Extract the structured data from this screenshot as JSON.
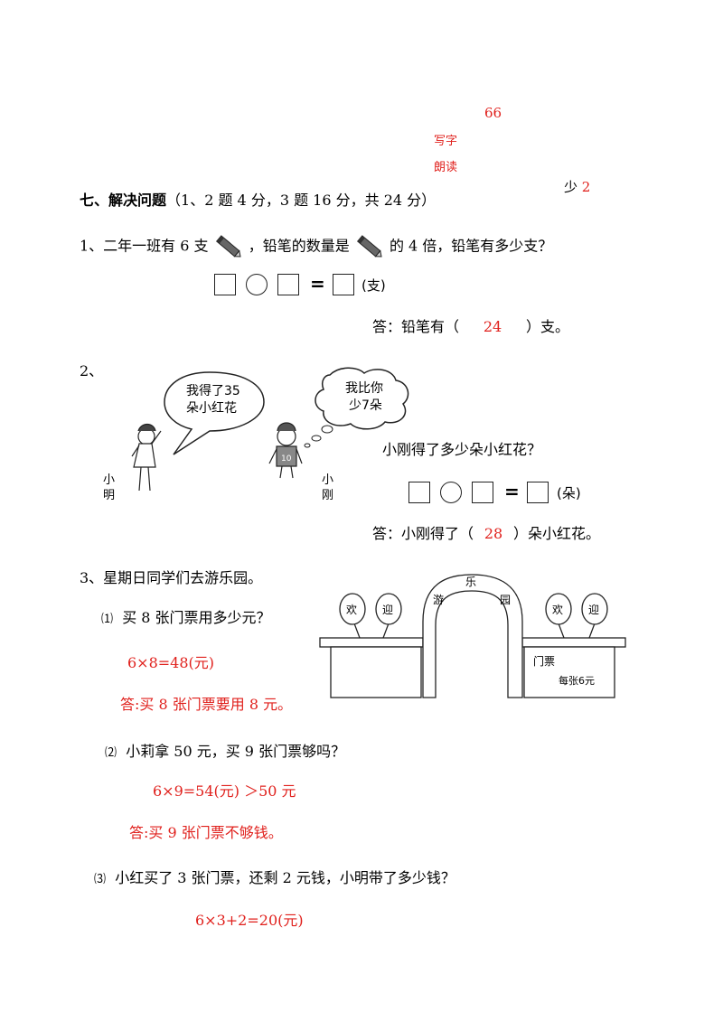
{
  "top_notes": {
    "score": "66",
    "writing": "写字",
    "reading": "朗读",
    "less": "少",
    "less_num": "2"
  },
  "section": {
    "title": "七、解决问题",
    "points": "（1、2 题 4 分，3 题 16 分，共 24 分）"
  },
  "q1": {
    "part_a": "1、二年一班有 6 支",
    "part_b": "，铅笔的数量是",
    "part_c": "的 4 倍，铅笔有多少支？",
    "eq_sign": "=",
    "unit": "(支)",
    "answer_prefix": "答：铅笔有（",
    "answer_value": "24",
    "answer_suffix": "）支。"
  },
  "q2": {
    "number": "2、",
    "bubble_left_line1": "我得了35",
    "bubble_left_line2": "朵小红花",
    "bubble_right_line1": "我比你",
    "bubble_right_line2": "少7朵",
    "name_left": "小\n明",
    "name_right": "小\n刚",
    "question": "小刚得了多少朵小红花？",
    "eq_sign": "=",
    "unit": "(朵)",
    "answer_prefix": "答：小刚得了（",
    "answer_value": "28",
    "answer_suffix": "）朵小红花。"
  },
  "q3": {
    "title": "3、星期日同学们去游乐园。",
    "sub1_label": "⑴",
    "sub1_text": "买 8 张门票用多少元？",
    "sub1_calc": "6×8=48(元)",
    "sub1_answer": "答:买 8 张门票要用 8 元。",
    "sub2_label": "⑵",
    "sub2_text": "小莉拿 50 元，买 9 张门票够吗？",
    "sub2_calc": "6×9=54(元) ＞50 元",
    "sub2_answer": "答:买 9 张门票不够钱。",
    "sub3_label": "⑶",
    "sub3_text": "小红买了 3 张门票，还剩 2 元钱，小明带了多少钱？",
    "sub3_calc": "6×3+2=20(元)",
    "park": {
      "balloons": [
        "欢",
        "迎",
        "欢",
        "迎"
      ],
      "arch": [
        "游",
        "乐",
        "园"
      ],
      "ticket_label": "门票",
      "price": "每张6元"
    }
  }
}
